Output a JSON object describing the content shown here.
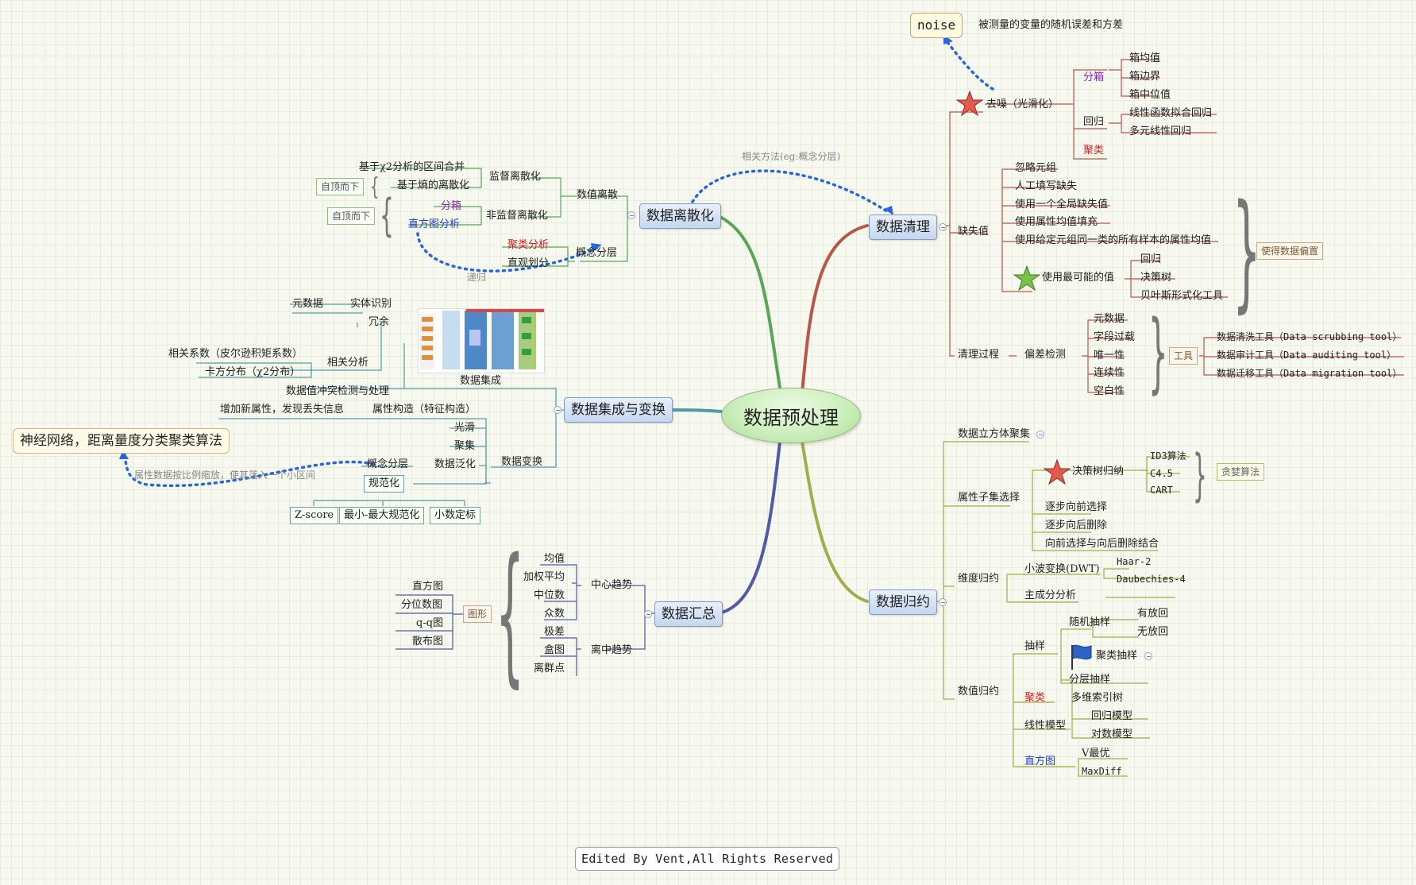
{
  "root": "数据预处理",
  "credit": "Edited By Vent,All Rights Reserved",
  "branches": {
    "cleaning": {
      "title": "数据清理",
      "noise": "noise",
      "noise_note": "被测量的变量的随机误差和方差",
      "smoothing": "去噪（光滑化）",
      "binning": "分箱",
      "bin_items": [
        "箱均值",
        "箱边界",
        "箱中位值"
      ],
      "regression": "回归",
      "regression_items": [
        "线性函数拟合回归",
        "多元线性回归"
      ],
      "clustering": "聚类",
      "missing": "缺失值",
      "missing_items": [
        "忽略元组",
        "人工填写缺失",
        "使用一个全局缺失值",
        "使用属性均值填充",
        "使用给定元组同一类的所有样本的属性均值"
      ],
      "most_probable": "使用最可能的值",
      "most_probable_items": [
        "回归",
        "决策树",
        "贝叶斯形式化工具"
      ],
      "bias_note": "使得数据偏置",
      "process": "清理过程",
      "deviation": "偏差检测",
      "deviation_items": [
        "元数据",
        "字段过载",
        "唯一性",
        "连续性",
        "空白性"
      ],
      "tools": "工具",
      "tool_items": [
        "数据清洗工具（Data scrubbing tool）",
        "数据审计工具（Data auditing tool）",
        "数据迁移工具（Data migration tool）"
      ]
    },
    "discretization": {
      "title": "数据离散化",
      "numeric": "数值离散",
      "supervised": "监督离散化",
      "supervised_items": [
        "基于χ2分析的区间合并",
        "基于熵的离散化"
      ],
      "unsupervised": "非监督离散化",
      "unsupervised_items": [
        "分箱",
        "直方图分析"
      ],
      "top_down": "自顶而下",
      "concept": "概念分层",
      "concept_items": [
        "聚类分析",
        "直观划分"
      ],
      "recursive": "递归",
      "related": "相关方法(eg:概念分层)"
    },
    "integration": {
      "title": "数据集成与变换",
      "integrate": "数据集成",
      "redundancy": "冗余",
      "entity": "实体识别",
      "metadata": "元数据",
      "correlation": "相关分析",
      "correlation_items": [
        "相关系数（皮尔逊积矩系数）",
        "卡方分布（χ2分布）"
      ],
      "conflict": "数据值冲突检测与处理",
      "construct": "属性构造（特征构造）",
      "construct_note": "增加新属性，发现丢失信息",
      "transform": "数据变换",
      "transform_items": [
        "光滑",
        "聚集"
      ],
      "generalize": "数据泛化",
      "concept": "概念分层",
      "normalize": "规范化",
      "normalize_items": [
        "Z-score",
        "最小-最大规范化",
        "小数定标"
      ],
      "neural_note": "神经网络，距离量度分类聚类算法",
      "scale_note": "属性数据按比例缩放，使其落入一个小区间"
    },
    "summary": {
      "title": "数据汇总",
      "central": "中心趋势",
      "central_items": [
        "均值",
        "加权平均",
        "中位数",
        "众数"
      ],
      "dispersion": "离中趋势",
      "dispersion_items": [
        "极差",
        "盒图",
        "离群点"
      ],
      "graphics": "图形",
      "graphics_items": [
        "直方图",
        "分位数图",
        "q-q图",
        "散布图"
      ]
    },
    "reduction": {
      "title": "数据归约",
      "cube": "数据立方体聚集",
      "subset": "属性子集选择",
      "dtree": "决策树归纳",
      "dtree_items": [
        "ID3算法",
        "C4.5",
        "CART"
      ],
      "greedy": "贪婪算法",
      "subset_items": [
        "逐步向前选择",
        "逐步向后删除",
        "向前选择与向后删除结合"
      ],
      "dim": "维度归约",
      "dwt": "小波变换(DWT)",
      "dwt_items": [
        "Haar-2",
        "Daubechies-4"
      ],
      "pca": "主成分分析",
      "numeric": "数值归约",
      "sampling": "抽样",
      "random": "随机抽样",
      "random_items": [
        "有放回",
        "无放回"
      ],
      "cluster_sampling": "聚类抽样",
      "stratified": "分层抽样",
      "cluster": "聚类",
      "multi_index": "多维索引树",
      "linear": "线性模型",
      "linear_items": [
        "回归模型",
        "对数模型"
      ],
      "histogram": "直方图",
      "histogram_items": [
        "V最优",
        "MaxDiff"
      ]
    }
  },
  "colors": {
    "cleaning": "#b8564b",
    "discretization": "#59a55a",
    "integration": "#4e9ea0",
    "summary": "#505aa8",
    "reduction": "#a3ac4a",
    "arrow": "#2a66d8"
  }
}
